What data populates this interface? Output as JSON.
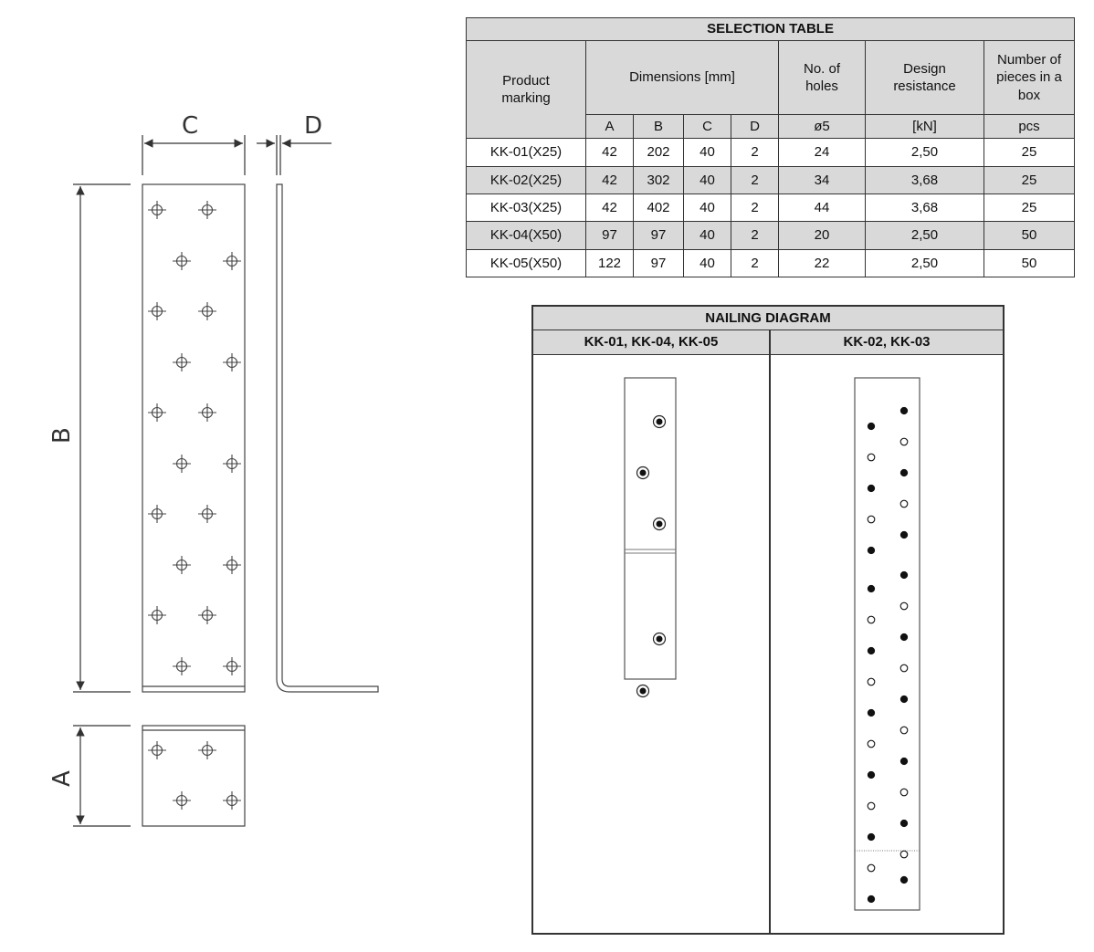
{
  "drawing": {
    "labels": {
      "c": "C",
      "d": "D",
      "b": "B",
      "a": "A"
    }
  },
  "selection_table": {
    "title": "SELECTION TABLE",
    "headers": {
      "product_marking": "Product marking",
      "dimensions": "Dimensions [mm]",
      "holes": "No. of holes",
      "resistance": "Design resistance",
      "pieces": "Number of pieces in a box"
    },
    "subheaders": [
      "A",
      "B",
      "C",
      "D",
      "ø5",
      "[kN]",
      "pcs"
    ],
    "rows": [
      {
        "marking": "KK-01(X25)",
        "a": "42",
        "b": "202",
        "c": "40",
        "d": "2",
        "holes": "24",
        "res": "2,50",
        "pcs": "25"
      },
      {
        "marking": "KK-02(X25)",
        "a": "42",
        "b": "302",
        "c": "40",
        "d": "2",
        "holes": "34",
        "res": "3,68",
        "pcs": "25"
      },
      {
        "marking": "KK-03(X25)",
        "a": "42",
        "b": "402",
        "c": "40",
        "d": "2",
        "holes": "44",
        "res": "3,68",
        "pcs": "25"
      },
      {
        "marking": "KK-04(X50)",
        "a": "97",
        "b": "97",
        "c": "40",
        "d": "2",
        "holes": "20",
        "res": "2,50",
        "pcs": "50"
      },
      {
        "marking": "KK-05(X50)",
        "a": "122",
        "b": "97",
        "c": "40",
        "d": "2",
        "holes": "22",
        "res": "2,50",
        "pcs": "50"
      }
    ]
  },
  "nailing_diagram": {
    "title": "NAILING DIAGRAM",
    "left_heading": "KK-01, KK-04, KK-05",
    "right_heading": "KK-02, KK-03"
  },
  "colors": {
    "header_fill": "#d9d9d9",
    "line": "#333333"
  }
}
